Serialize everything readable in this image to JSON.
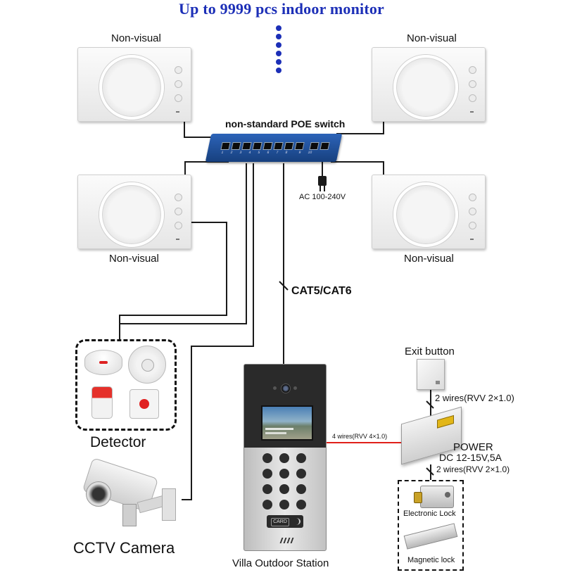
{
  "header": {
    "title": "Up to 9999 pcs indoor monitor"
  },
  "monitors": {
    "top_left": {
      "label": "Non-visual"
    },
    "top_right": {
      "label": "Non-visual"
    },
    "bottom_left": {
      "label": "Non-visual"
    },
    "bottom_right": {
      "label": "Non-visual"
    }
  },
  "switch": {
    "label": "non-standard POE switch",
    "port_numbers": [
      "1",
      "2",
      "3",
      "4",
      "5",
      "6",
      "7",
      "8",
      "9",
      "10"
    ],
    "power": "AC 100-240V"
  },
  "cable": {
    "label": "CAT5/CAT6"
  },
  "detector": {
    "label": "Detector"
  },
  "camera": {
    "label": "CCTV Camera"
  },
  "outdoor_station": {
    "label": "Villa Outdoor Station",
    "card_label": "CARD"
  },
  "exit_button": {
    "label": "Exit button",
    "wires": "2 wires(RVV 2×1.0)"
  },
  "power": {
    "title": "POWER",
    "spec": "DC 12-15V,5A",
    "wires_out": "2 wires(RVV 2×1.0)"
  },
  "station_to_power": {
    "label": "4 wires(RVV 4×1.0)"
  },
  "locks": {
    "electronic": "Electronic Lock",
    "magnetic": "Magnetic lock"
  },
  "colors": {
    "title": "#1c2fb7",
    "wire_black": "#1a1a1a",
    "wire_red": "#e0201a",
    "switch_body": "#1e4f9c"
  }
}
